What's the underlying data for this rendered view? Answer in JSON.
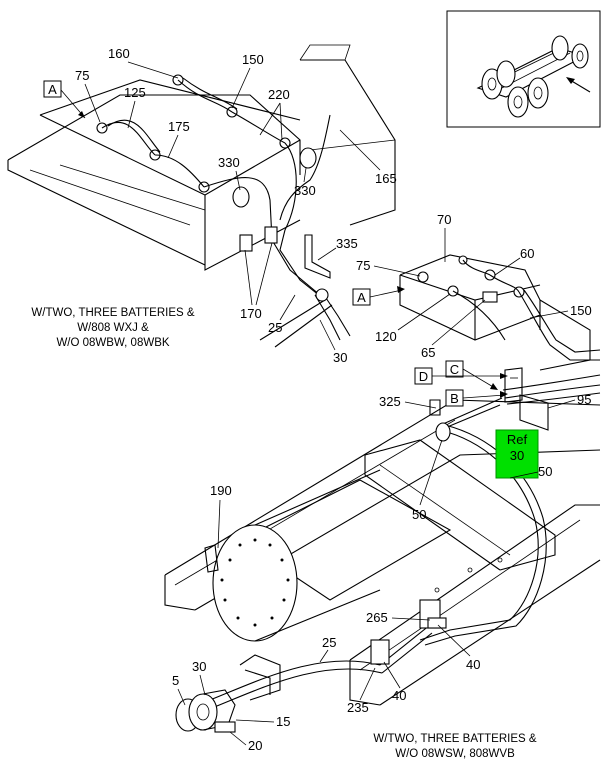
{
  "diagram": {
    "callouts": {
      "c75a": "75",
      "c160": "160",
      "c150a": "150",
      "c125": "125",
      "c175": "175",
      "c220": "220",
      "c330a": "330",
      "c330b": "330",
      "c165": "165",
      "c335": "335",
      "c170": "170",
      "c25a": "25",
      "c30a": "30",
      "c70": "70",
      "c60": "60",
      "c75b": "75",
      "c120": "120",
      "c65": "65",
      "c150b": "150",
      "c95": "95",
      "c325": "325",
      "c50a": "50",
      "c50b": "50",
      "c190": "190",
      "c265": "265",
      "c40a": "40",
      "c40b": "40",
      "c25b": "25",
      "c30b": "30",
      "c5": "5",
      "c15": "15",
      "c20": "20",
      "c235": "235"
    },
    "boxed_labels": {
      "A1": "A",
      "A2": "A",
      "B": "B",
      "C": "C",
      "D": "D"
    },
    "reference_tag": {
      "line1": "Ref",
      "line2": "30",
      "color": "#00e000"
    },
    "notes": {
      "upper_line1": "W/TWO, THREE BATTERIES &",
      "upper_line2": "W/808 WXJ &",
      "upper_line3": "W/O 08WBW, 08WBK",
      "lower_line1": "W/TWO, THREE BATTERIES &",
      "lower_line2": "W/O 08WSW, 808WVB"
    }
  }
}
